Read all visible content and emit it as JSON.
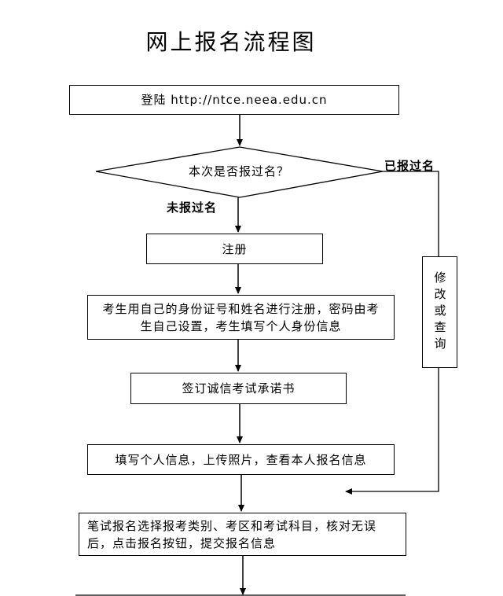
{
  "title": "网上报名流程图",
  "steps": {
    "login": "登陆 http://ntce.neea.edu.cn",
    "decision": "本次是否报过名？",
    "register": "注册",
    "id_register": "考生用自己的身份证号和姓名进行注册，密码由考生自己设置，考生填写个人身份信息",
    "sign_pledge": "签订诚信考试承诺书",
    "fill_info": "填写个人信息，上传照片，查看本人报名信息",
    "select_exam": "笔试报名选择报考类别、考区和考试科目，核对无误后，点击报名按钮，提交报名信息"
  },
  "branches": {
    "no": "未报过名",
    "yes": "已报过名"
  },
  "side_box": "修改或查询"
}
